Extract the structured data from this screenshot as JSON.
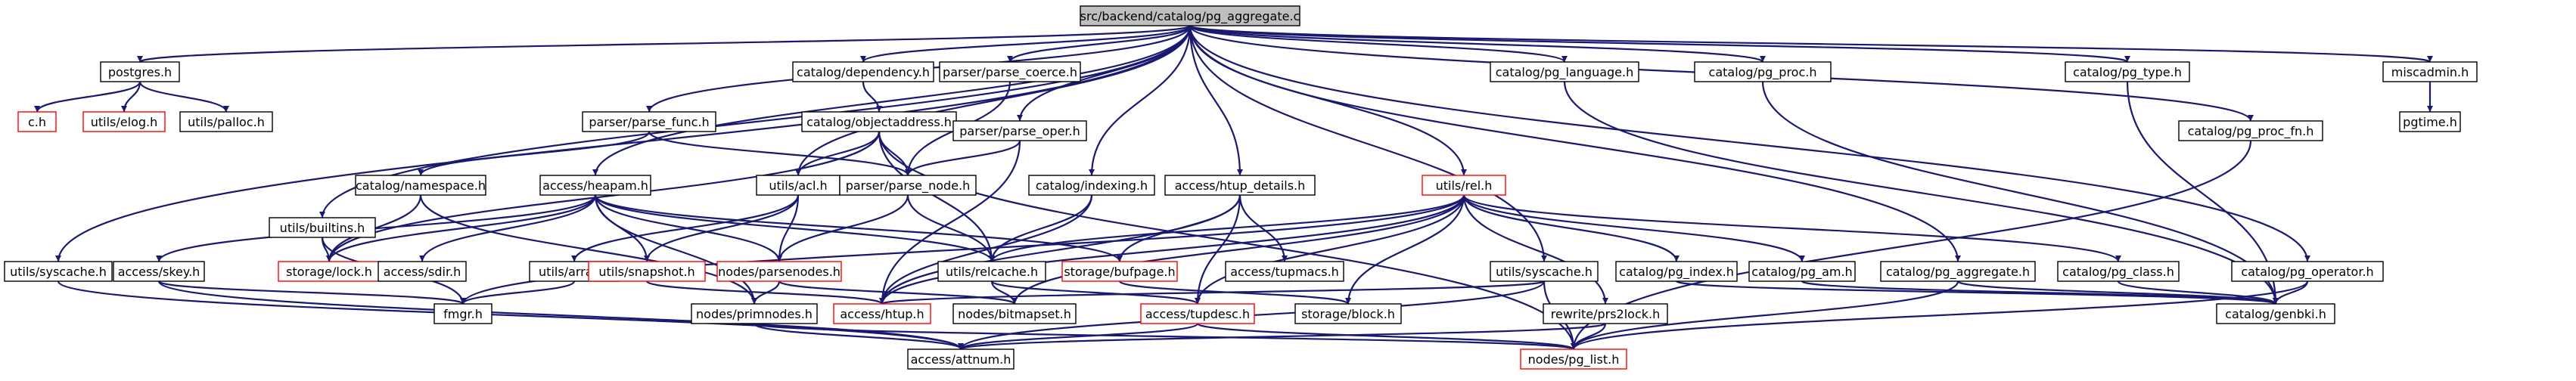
{
  "colors": {
    "edge": "#191970",
    "missing_border": "#ff0000",
    "root_fill": "#bfbfbf"
  },
  "nodes": [
    {
      "id": "root",
      "label": "src/backend/catalog/pg_aggregate.c",
      "style": "root"
    },
    {
      "id": "postgres",
      "label": "postgres.h",
      "style": "normal"
    },
    {
      "id": "c",
      "label": "c.h",
      "style": "red"
    },
    {
      "id": "elog",
      "label": "utils/elog.h",
      "style": "red"
    },
    {
      "id": "palloc",
      "label": "utils/palloc.h",
      "style": "normal"
    },
    {
      "id": "builtins",
      "label": "utils/builtins.h",
      "style": "normal"
    },
    {
      "id": "fmgr",
      "label": "fmgr.h",
      "style": "normal"
    },
    {
      "id": "syscache_l",
      "label": "utils/syscache.h",
      "style": "normal"
    },
    {
      "id": "attnum",
      "label": "access/attnum.h",
      "style": "normal"
    },
    {
      "id": "parse_func",
      "label": "parser/parse_func.h",
      "style": "normal"
    },
    {
      "id": "namespace",
      "label": "catalog/namespace.h",
      "style": "normal"
    },
    {
      "id": "heapam",
      "label": "access/heapam.h",
      "style": "normal"
    },
    {
      "id": "skey",
      "label": "access/skey.h",
      "style": "normal"
    },
    {
      "id": "lock",
      "label": "storage/lock.h",
      "style": "red"
    },
    {
      "id": "sdir",
      "label": "access/sdir.h",
      "style": "normal"
    },
    {
      "id": "dependency",
      "label": "catalog/dependency.h",
      "style": "normal"
    },
    {
      "id": "objectaddress",
      "label": "catalog/objectaddress.h",
      "style": "normal"
    },
    {
      "id": "acl",
      "label": "utils/acl.h",
      "style": "normal"
    },
    {
      "id": "array",
      "label": "utils/array.h",
      "style": "normal"
    },
    {
      "id": "snapshot",
      "label": "utils/snapshot.h",
      "style": "red"
    },
    {
      "id": "parsenodes",
      "label": "nodes/parsenodes.h",
      "style": "red"
    },
    {
      "id": "primnodes",
      "label": "nodes/primnodes.h",
      "style": "normal"
    },
    {
      "id": "parse_coerce",
      "label": "parser/parse_coerce.h",
      "style": "normal"
    },
    {
      "id": "parse_oper",
      "label": "parser/parse_oper.h",
      "style": "normal"
    },
    {
      "id": "parse_node",
      "label": "parser/parse_node.h",
      "style": "normal"
    },
    {
      "id": "relcache",
      "label": "utils/relcache.h",
      "style": "normal"
    },
    {
      "id": "htup",
      "label": "access/htup.h",
      "style": "red"
    },
    {
      "id": "bitmapset",
      "label": "nodes/bitmapset.h",
      "style": "normal"
    },
    {
      "id": "indexing",
      "label": "catalog/indexing.h",
      "style": "normal"
    },
    {
      "id": "htup_details",
      "label": "access/htup_details.h",
      "style": "normal"
    },
    {
      "id": "bufpage",
      "label": "storage/bufpage.h",
      "style": "red"
    },
    {
      "id": "tupmacs",
      "label": "access/tupmacs.h",
      "style": "normal"
    },
    {
      "id": "tupdesc",
      "label": "access/tupdesc.h",
      "style": "red"
    },
    {
      "id": "pg_list",
      "label": "nodes/pg_list.h",
      "style": "red"
    },
    {
      "id": "rel",
      "label": "utils/rel.h",
      "style": "red"
    },
    {
      "id": "syscache_m",
      "label": "utils/syscache.h",
      "style": "normal"
    },
    {
      "id": "block",
      "label": "storage/block.h",
      "style": "normal"
    },
    {
      "id": "rewrite",
      "label": "rewrite/prs2lock.h",
      "style": "normal"
    },
    {
      "id": "pg_language",
      "label": "catalog/pg_language.h",
      "style": "normal"
    },
    {
      "id": "pg_index",
      "label": "catalog/pg_index.h",
      "style": "normal"
    },
    {
      "id": "pg_am",
      "label": "catalog/pg_am.h",
      "style": "normal"
    },
    {
      "id": "pg_aggregate",
      "label": "catalog/pg_aggregate.h",
      "style": "normal"
    },
    {
      "id": "pg_proc",
      "label": "catalog/pg_proc.h",
      "style": "normal"
    },
    {
      "id": "pg_class",
      "label": "catalog/pg_class.h",
      "style": "normal"
    },
    {
      "id": "genbki",
      "label": "catalog/genbki.h",
      "style": "normal"
    },
    {
      "id": "pg_type",
      "label": "catalog/pg_type.h",
      "style": "normal"
    },
    {
      "id": "pg_operator",
      "label": "catalog/pg_operator.h",
      "style": "normal"
    },
    {
      "id": "pg_proc_fn",
      "label": "catalog/pg_proc_fn.h",
      "style": "normal"
    },
    {
      "id": "miscadmin",
      "label": "miscadmin.h",
      "style": "normal"
    },
    {
      "id": "pgtime",
      "label": "pgtime.h",
      "style": "normal"
    }
  ],
  "edges": [
    [
      "root",
      "postgres"
    ],
    [
      "root",
      "builtins"
    ],
    [
      "root",
      "syscache_l"
    ],
    [
      "root",
      "parse_func"
    ],
    [
      "root",
      "heapam"
    ],
    [
      "root",
      "dependency"
    ],
    [
      "root",
      "acl"
    ],
    [
      "root",
      "parse_coerce"
    ],
    [
      "root",
      "parse_oper"
    ],
    [
      "root",
      "indexing"
    ],
    [
      "root",
      "htup_details"
    ],
    [
      "root",
      "rel"
    ],
    [
      "root",
      "syscache_m"
    ],
    [
      "root",
      "pg_language"
    ],
    [
      "root",
      "pg_proc"
    ],
    [
      "root",
      "pg_aggregate"
    ],
    [
      "root",
      "pg_type"
    ],
    [
      "root",
      "pg_operator"
    ],
    [
      "root",
      "pg_proc_fn"
    ],
    [
      "root",
      "miscadmin"
    ],
    [
      "postgres",
      "c"
    ],
    [
      "postgres",
      "elog"
    ],
    [
      "postgres",
      "palloc"
    ],
    [
      "builtins",
      "fmgr"
    ],
    [
      "builtins",
      "lock"
    ],
    [
      "syscache_l",
      "attnum"
    ],
    [
      "parse_func",
      "namespace"
    ],
    [
      "parse_func",
      "parse_node"
    ],
    [
      "namespace",
      "lock"
    ],
    [
      "namespace",
      "primnodes"
    ],
    [
      "heapam",
      "skey"
    ],
    [
      "heapam",
      "lock"
    ],
    [
      "heapam",
      "sdir"
    ],
    [
      "heapam",
      "snapshot"
    ],
    [
      "heapam",
      "parsenodes"
    ],
    [
      "heapam",
      "relcache"
    ],
    [
      "heapam",
      "bufpage"
    ],
    [
      "heapam",
      "primnodes"
    ],
    [
      "skey",
      "fmgr"
    ],
    [
      "skey",
      "attnum"
    ],
    [
      "dependency",
      "objectaddress"
    ],
    [
      "objectaddress",
      "lock"
    ],
    [
      "objectaddress",
      "acl"
    ],
    [
      "objectaddress",
      "parse_node"
    ],
    [
      "objectaddress",
      "relcache"
    ],
    [
      "objectaddress",
      "pg_list"
    ],
    [
      "acl",
      "array"
    ],
    [
      "acl",
      "snapshot"
    ],
    [
      "acl",
      "parsenodes"
    ],
    [
      "array",
      "fmgr"
    ],
    [
      "snapshot",
      "htup"
    ],
    [
      "parsenodes",
      "primnodes"
    ],
    [
      "parsenodes",
      "bitmapset"
    ],
    [
      "primnodes",
      "attnum"
    ],
    [
      "primnodes",
      "pg_list"
    ],
    [
      "parse_coerce",
      "parse_node"
    ],
    [
      "parse_oper",
      "parse_node"
    ],
    [
      "parse_oper",
      "htup"
    ],
    [
      "parse_node",
      "parsenodes"
    ],
    [
      "parse_node",
      "relcache"
    ],
    [
      "indexing",
      "relcache"
    ],
    [
      "indexing",
      "htup"
    ],
    [
      "htup_details",
      "bufpage"
    ],
    [
      "htup_details",
      "tupmacs"
    ],
    [
      "htup_details",
      "tupdesc"
    ],
    [
      "htup_details",
      "htup"
    ],
    [
      "relcache",
      "bitmapset"
    ],
    [
      "relcache",
      "tupdesc"
    ],
    [
      "bufpage",
      "block"
    ],
    [
      "tupdesc",
      "attnum"
    ],
    [
      "tupdesc",
      "pg_list"
    ],
    [
      "rel",
      "relcache"
    ],
    [
      "rel",
      "fmgr"
    ],
    [
      "rel",
      "htup"
    ],
    [
      "rel",
      "tupdesc"
    ],
    [
      "rel",
      "block"
    ],
    [
      "rel",
      "rewrite"
    ],
    [
      "rel",
      "pg_index"
    ],
    [
      "rel",
      "pg_am"
    ],
    [
      "rel",
      "pg_class"
    ],
    [
      "rel",
      "bitmapset"
    ],
    [
      "syscache_m",
      "attnum"
    ],
    [
      "syscache_m",
      "pg_list"
    ],
    [
      "syscache_m",
      "htup"
    ],
    [
      "rewrite",
      "attnum"
    ],
    [
      "rewrite",
      "pg_list"
    ],
    [
      "pg_language",
      "genbki"
    ],
    [
      "pg_index",
      "genbki"
    ],
    [
      "pg_am",
      "genbki"
    ],
    [
      "pg_aggregate",
      "genbki"
    ],
    [
      "pg_aggregate",
      "pg_list"
    ],
    [
      "pg_proc",
      "genbki"
    ],
    [
      "pg_class",
      "genbki"
    ],
    [
      "pg_type",
      "genbki"
    ],
    [
      "pg_operator",
      "genbki"
    ],
    [
      "pg_operator",
      "pg_list"
    ],
    [
      "pg_proc_fn",
      "pg_list"
    ],
    [
      "miscadmin",
      "pgtime"
    ]
  ]
}
